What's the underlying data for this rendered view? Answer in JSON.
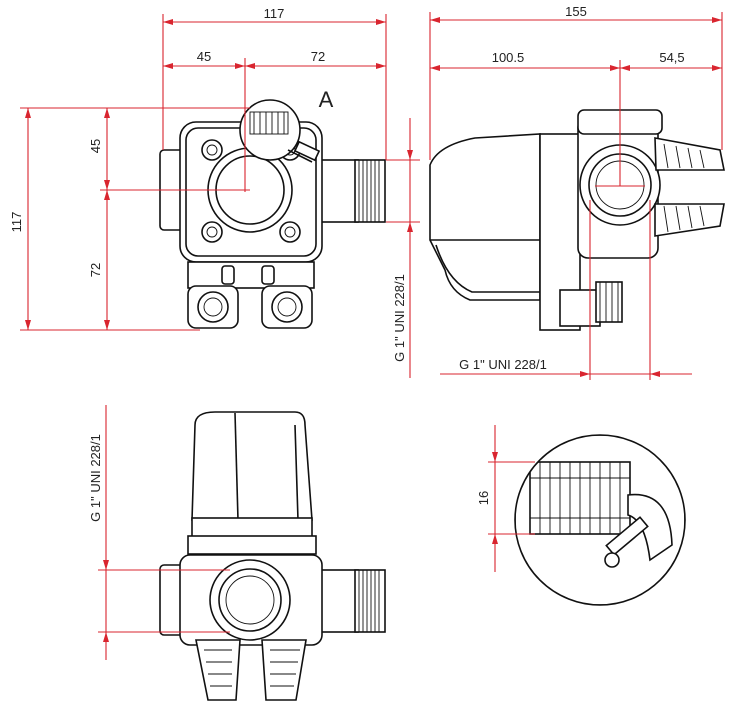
{
  "dimensions": {
    "front_width_total": "117",
    "front_width_left": "45",
    "front_width_right": "72",
    "front_height_total": "117",
    "front_height_top": "45",
    "front_height_bottom": "72",
    "side_width_total": "155",
    "side_width_left": "100.5",
    "side_width_right": "54,5",
    "detail_height": "16"
  },
  "thread_label": "G 1\" UNI 228/1",
  "detail_label": "A",
  "colors": {
    "dimension": "#d9252f",
    "outline": "#111111"
  }
}
